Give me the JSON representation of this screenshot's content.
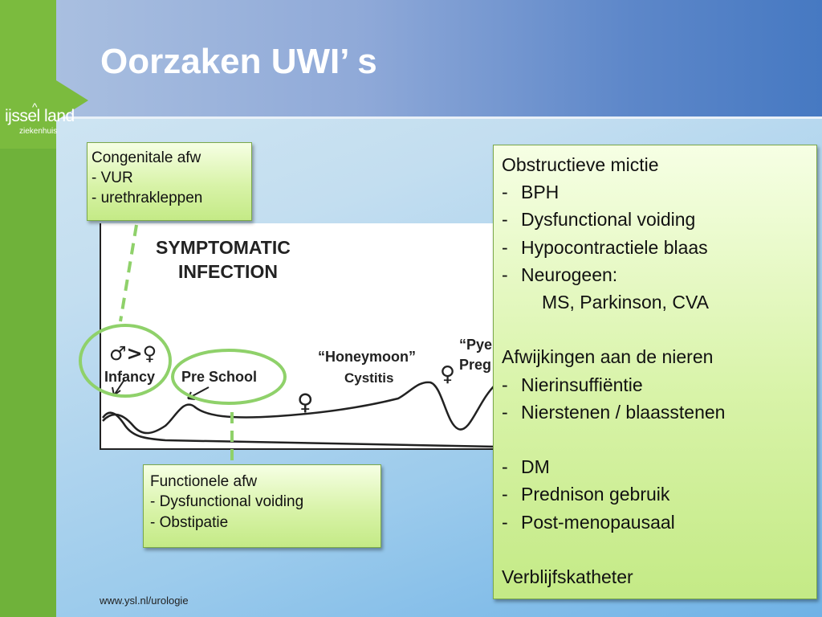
{
  "slide": {
    "title": "Oorzaken UWI’ s",
    "footer": "www.ysl.nl/urologie"
  },
  "logo": {
    "main": "ijssel land",
    "sub": "ziekenhuis"
  },
  "chart": {
    "heading_line1": "SYMPTOMATIC",
    "heading_line2": "INFECTION",
    "label_infancy": "Infancy",
    "label_male_gt_female": "♂>♀",
    "label_preschool": "Pre School",
    "label_honeymoon_line1": "“Honeymoon”",
    "label_honeymoon_line2": "Cystitis",
    "label_pregnancy_line1": "“Pye",
    "label_pregnancy_line2": "Preg",
    "female_symbol": "♀"
  },
  "congenitale": {
    "heading": "Congenitale afw",
    "items": [
      "- VUR",
      "- urethrakleppen"
    ]
  },
  "functionele": {
    "heading": "Functionele afw",
    "items": [
      "- Dysfunctional voiding",
      "- Obstipatie"
    ]
  },
  "obstructief": {
    "heading": "Obstructieve mictie",
    "dash": "-",
    "items": [
      "BPH",
      "Dysfunctional voiding",
      "Hypocontractiele blaas",
      "Neurogeen:"
    ],
    "neurogeen_detail": "MS, Parkinson, CVA",
    "nieren_heading": "Afwijkingen aan de nieren",
    "nieren_items": [
      "Nierinsuffiëntie",
      "Nierstenen / blaasstenen"
    ],
    "other_items": [
      "DM",
      "Prednison gebruik",
      "Post-menopausaal"
    ],
    "catheter": "Verblijfskatheter"
  },
  "colors": {
    "green_accent": "#6fb23a",
    "highlight_ring": "#8fd16a",
    "callout_fill": "#d8f3a8"
  }
}
